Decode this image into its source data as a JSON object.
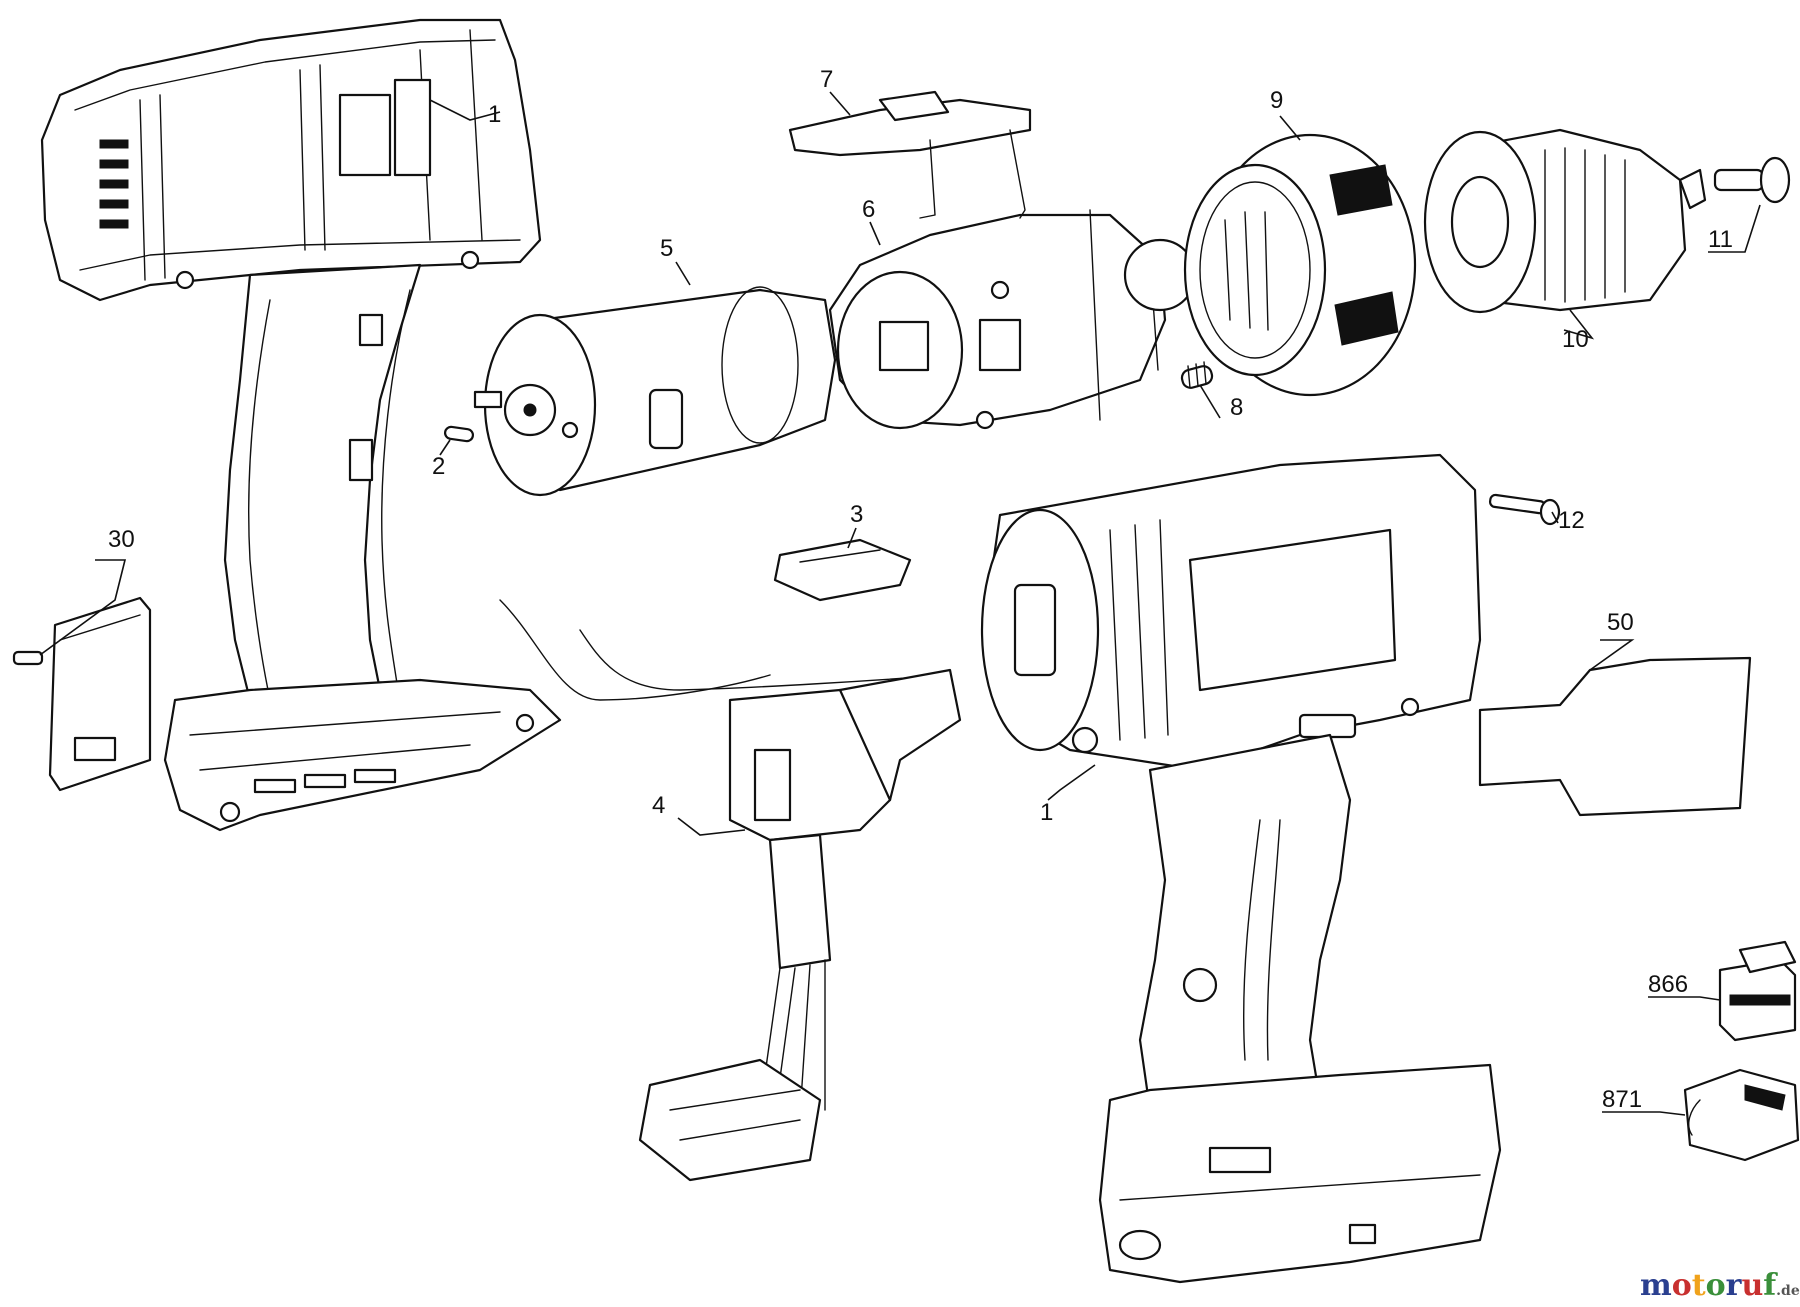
{
  "callouts": [
    {
      "id": "1a",
      "label": "1"
    },
    {
      "id": "1b",
      "label": "1"
    },
    {
      "id": "2",
      "label": "2"
    },
    {
      "id": "3",
      "label": "3"
    },
    {
      "id": "4",
      "label": "4"
    },
    {
      "id": "5",
      "label": "5"
    },
    {
      "id": "6",
      "label": "6"
    },
    {
      "id": "7",
      "label": "7"
    },
    {
      "id": "8",
      "label": "8"
    },
    {
      "id": "9",
      "label": "9"
    },
    {
      "id": "10",
      "label": "10"
    },
    {
      "id": "11",
      "label": "11"
    },
    {
      "id": "12",
      "label": "12"
    },
    {
      "id": "30",
      "label": "30"
    },
    {
      "id": "50",
      "label": "50"
    },
    {
      "id": "866",
      "label": "866"
    },
    {
      "id": "871",
      "label": "871"
    }
  ],
  "watermark": {
    "letters": [
      "m",
      "o",
      "t",
      "o",
      "r",
      "u",
      "f"
    ],
    "suffix": ".de",
    "colors": [
      "#2a3f8f",
      "#c8302f",
      "#f0a21b",
      "#3a8f3a",
      "#2a3f8f",
      "#c8302f",
      "#3a8f3a"
    ]
  }
}
